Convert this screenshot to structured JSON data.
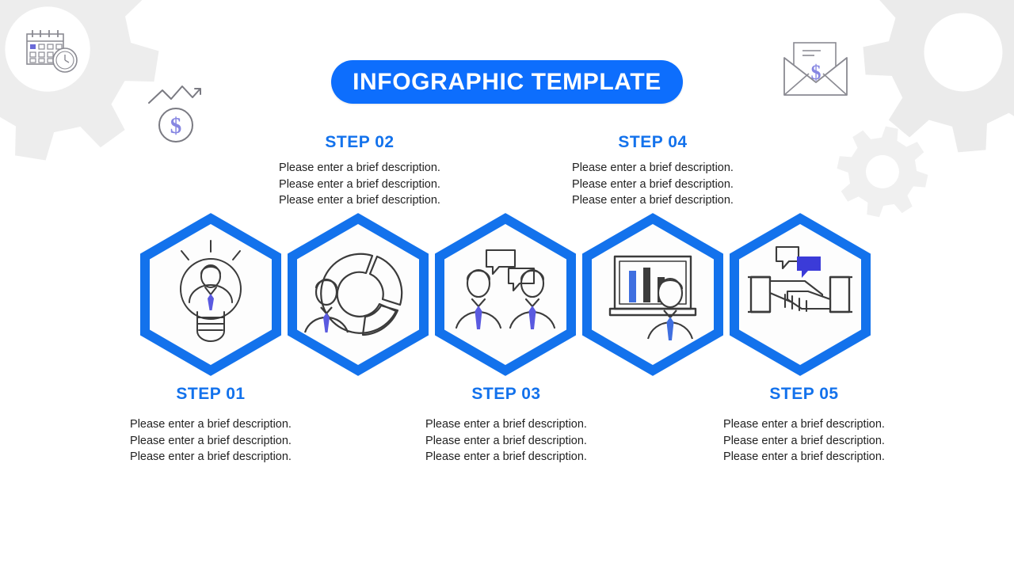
{
  "header": {
    "title": "INFOGRAPHIC TEMPLATE"
  },
  "colors": {
    "brand_blue": "#0d6efd",
    "hex_stroke": "#1372EC",
    "step_title": "#1372EC",
    "body_text": "#222222",
    "decor_gray": "#ededed",
    "icon_line": "#3b3b3b",
    "icon_accent": "#5a5ae0",
    "background": "#ffffff"
  },
  "steps": [
    {
      "id": "step-01",
      "label": "STEP 01",
      "position": "bottom",
      "icon": "lightbulb-person-icon",
      "description": [
        "Please enter a brief description.",
        "Please enter a brief description.",
        "Please enter a brief description."
      ]
    },
    {
      "id": "step-02",
      "label": "STEP 02",
      "position": "top",
      "icon": "donut-chart-person-icon",
      "description": [
        "Please enter a brief description.",
        "Please enter a brief description.",
        "Please enter a brief description."
      ]
    },
    {
      "id": "step-03",
      "label": "STEP 03",
      "position": "bottom",
      "icon": "two-people-speech-bubbles-icon",
      "description": [
        "Please enter a brief description.",
        "Please enter a brief description.",
        "Please enter a brief description."
      ]
    },
    {
      "id": "step-04",
      "label": "STEP 04",
      "position": "top",
      "icon": "presentation-bar-chart-icon",
      "description": [
        "Please enter a brief description.",
        "Please enter a brief description.",
        "Please enter a brief description."
      ]
    },
    {
      "id": "step-05",
      "label": "STEP 05",
      "position": "bottom",
      "icon": "handshake-speech-bubbles-icon",
      "description": [
        "Please enter a brief description.",
        "Please enter a brief description.",
        "Please enter a brief description."
      ]
    }
  ],
  "decorations": [
    {
      "id": "gear-large-top-left",
      "icon": "gear-icon"
    },
    {
      "id": "calendar-clock-badge",
      "icon": "calendar-clock-icon"
    },
    {
      "id": "money-growth",
      "icon": "dollar-trend-icon"
    },
    {
      "id": "envelope-money",
      "icon": "envelope-dollar-icon"
    },
    {
      "id": "gear-large-top-right",
      "icon": "gear-icon"
    },
    {
      "id": "gear-small-right",
      "icon": "gear-icon"
    }
  ]
}
